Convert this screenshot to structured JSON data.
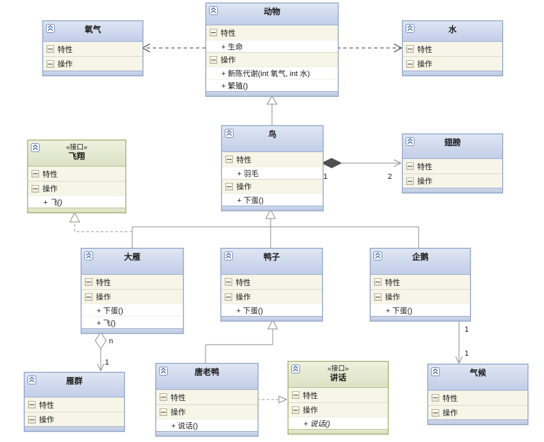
{
  "diagram": {
    "classes": [
      {
        "id": "animal",
        "name": "动物",
        "type": "class",
        "sections": [
          {
            "label": "特性",
            "members": [
              {
                "text": "+ 生命"
              }
            ]
          },
          {
            "label": "操作",
            "members": [
              {
                "text": "+ 新陈代谢(int 氧气, int 水)"
              },
              {
                "text": "+ 繁殖()"
              }
            ]
          }
        ]
      },
      {
        "id": "oxygen",
        "name": "氧气",
        "type": "class",
        "sections": [
          {
            "label": "特性",
            "members": []
          },
          {
            "label": "操作",
            "members": []
          }
        ]
      },
      {
        "id": "water",
        "name": "水",
        "type": "class",
        "sections": [
          {
            "label": "特性",
            "members": []
          },
          {
            "label": "操作",
            "members": []
          }
        ]
      },
      {
        "id": "bird",
        "name": "鸟",
        "type": "class",
        "sections": [
          {
            "label": "特性",
            "members": [
              {
                "text": "+ 羽毛"
              }
            ]
          },
          {
            "label": "操作",
            "members": [
              {
                "text": "+ 下蛋()"
              }
            ]
          }
        ]
      },
      {
        "id": "wings",
        "name": "翅膀",
        "type": "class",
        "sections": [
          {
            "label": "特性",
            "members": []
          },
          {
            "label": "操作",
            "members": []
          }
        ]
      },
      {
        "id": "flying",
        "name": "飞翔",
        "type": "interface",
        "stereotype": "«接口»",
        "sections": [
          {
            "label": "特性",
            "members": []
          },
          {
            "label": "操作",
            "members": [
              {
                "text": "+ 飞()",
                "italic": true
              }
            ]
          }
        ]
      },
      {
        "id": "goose",
        "name": "大雁",
        "type": "class",
        "sections": [
          {
            "label": "特性",
            "members": []
          },
          {
            "label": "操作",
            "members": [
              {
                "text": "+ 下蛋()"
              },
              {
                "text": "+ 飞()"
              }
            ]
          }
        ]
      },
      {
        "id": "duck",
        "name": "鸭子",
        "type": "class",
        "sections": [
          {
            "label": "特性",
            "members": []
          },
          {
            "label": "操作",
            "members": [
              {
                "text": "+ 下蛋()"
              }
            ]
          }
        ]
      },
      {
        "id": "penguin",
        "name": "企鹅",
        "type": "class",
        "sections": [
          {
            "label": "特性",
            "members": []
          },
          {
            "label": "操作",
            "members": [
              {
                "text": "+ 下蛋()"
              }
            ]
          }
        ]
      },
      {
        "id": "flock",
        "name": "雁群",
        "type": "class",
        "sections": [
          {
            "label": "特性",
            "members": []
          },
          {
            "label": "操作",
            "members": []
          }
        ]
      },
      {
        "id": "donald",
        "name": "唐老鸭",
        "type": "class",
        "sections": [
          {
            "label": "特性",
            "members": []
          },
          {
            "label": "操作",
            "members": [
              {
                "text": "+ 说话()"
              }
            ]
          }
        ]
      },
      {
        "id": "speak",
        "name": "讲话",
        "type": "interface",
        "stereotype": "«接口»",
        "sections": [
          {
            "label": "特性",
            "members": []
          },
          {
            "label": "操作",
            "members": [
              {
                "text": "+ 说话()",
                "italic": true
              }
            ]
          }
        ]
      },
      {
        "id": "climate",
        "name": "气候",
        "type": "class",
        "sections": [
          {
            "label": "特性",
            "members": []
          },
          {
            "label": "操作",
            "members": []
          }
        ]
      }
    ],
    "connectors": [
      {
        "id": "animal-oxygen",
        "type": "dependency",
        "from": "动物",
        "to": "氧气"
      },
      {
        "id": "animal-water",
        "type": "dependency",
        "from": "动物",
        "to": "水"
      },
      {
        "id": "bird-animal",
        "type": "generalization",
        "from": "鸟",
        "to": "动物"
      },
      {
        "id": "bird-wings",
        "type": "composition",
        "from": "鸟",
        "to": "翅膀",
        "from_label": "1",
        "to_label": "2"
      },
      {
        "id": "goose-bird",
        "type": "generalization",
        "from": "大雁",
        "to": "鸟"
      },
      {
        "id": "duck-bird",
        "type": "generalization",
        "from": "鸭子",
        "to": "鸟"
      },
      {
        "id": "penguin-bird",
        "type": "generalization",
        "from": "企鹅",
        "to": "鸟"
      },
      {
        "id": "goose-flying",
        "type": "realization",
        "from": "大雁",
        "to": "飞翔"
      },
      {
        "id": "goose-flock",
        "type": "aggregation",
        "from": "大雁",
        "to": "雁群",
        "from_label": "n",
        "to_label": "1"
      },
      {
        "id": "penguin-climate",
        "type": "association",
        "from": "企鹅",
        "to": "气候",
        "from_label": "1",
        "to_label": "1"
      },
      {
        "id": "donald-duck",
        "type": "generalization",
        "from": "唐老鸭",
        "to": "鸭子"
      },
      {
        "id": "donald-speak",
        "type": "realization",
        "from": "唐老鸭",
        "to": "讲话"
      }
    ]
  },
  "icons": {
    "title_button": "chevron-double-up",
    "section_button": "minus"
  },
  "colors": {
    "class_header": "#c9d4ea",
    "class_border": "#8da0c6",
    "interface_header": "#e2e7cf",
    "interface_border": "#a4ac6e",
    "line": "#8c8c8c",
    "dependency_line": "#383838",
    "composition_fill": "#4f4f4f"
  }
}
